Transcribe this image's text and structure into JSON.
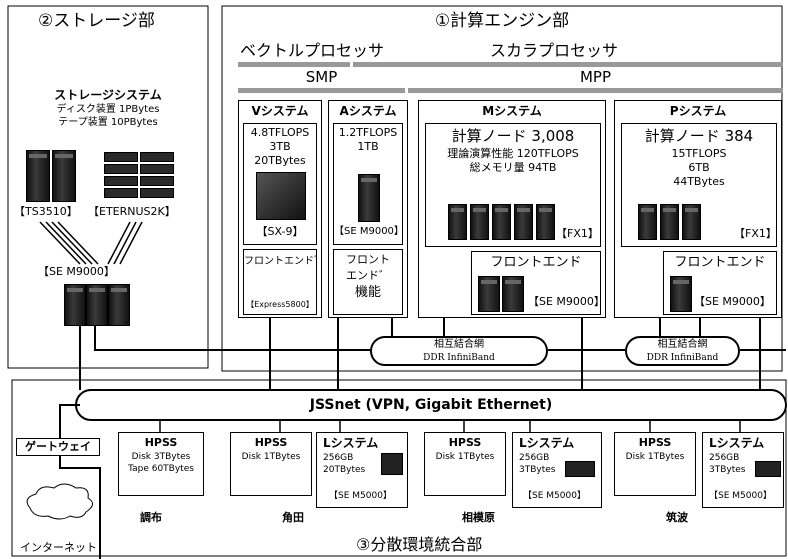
{
  "storage": {
    "title": "②ストレージ部",
    "system_title": "ストレージシステム",
    "disk": "ディスク装置 1PBytes",
    "tape": "テープ装置 10PBytes",
    "ts_label": "【TS3510】",
    "eternus_label": "【ETERNUS2K】",
    "sem_label": "【SE M9000】"
  },
  "compute": {
    "title": "①計算エンジン部",
    "vector": "ベクトルプロセッサ",
    "scalar": "スカラプロセッサ",
    "smp": "SMP",
    "mpp": "MPP",
    "v": {
      "title": "Vシステム",
      "l1": "4.8TFLOPS",
      "l2": "3TB",
      "l3": "20TBytes",
      "model": "【SX-9】",
      "fe": "フロントエンド゛",
      "fe_model": "【Express5800】"
    },
    "a": {
      "title": "Aシステム",
      "l1": "1.2TFLOPS",
      "l2": "1TB",
      "model": "【SE M9000】",
      "fe1": "フロント",
      "fe2": "エンド゛",
      "fe3": "機能"
    },
    "m": {
      "title": "Mシステム",
      "nodes": "計算ノード 3,008",
      "l1": "理論演算性能 120TFLOPS",
      "l2": "総メモリ量 94TB",
      "model": "【FX1】",
      "fe": "フロントエンド",
      "fe_model": "【SE M9000】"
    },
    "p": {
      "title": "Pシステム",
      "nodes": "計算ノード 384",
      "l1": "15TFLOPS",
      "l2": "6TB",
      "l3": "44TBytes",
      "model": "【FX1】",
      "fe": "フロントエンド",
      "fe_model": "【SE M9000】"
    },
    "ib1_l1": "相互結合網",
    "ib1_l2": "DDR InfiniBand",
    "ib2_l1": "相互結合網",
    "ib2_l2": "DDR InfiniBand"
  },
  "dist": {
    "title": "③分散環境統合部",
    "jssnet": "JSSnet (VPN, Gigabit Ethernet)",
    "gateway": "ゲートウェイ",
    "internet": "インターネット",
    "sites": [
      {
        "name": "調布",
        "hpss": "HPSS",
        "h1": "Disk 3TBytes",
        "h2": "Tape 60TBytes",
        "l": "Lシステム",
        "l1": "256GB",
        "l2": "20TBytes",
        "lm": "【SE M5000】"
      },
      {
        "name": "角田",
        "hpss": "HPSS",
        "h1": "Disk 1TBytes"
      },
      {
        "name": "相模原",
        "hpss": "HPSS",
        "h1": "Disk 1TBytes",
        "l": "Lシステム",
        "l1": "256GB",
        "l2": "3TBytes",
        "lm": "【SE M5000】"
      },
      {
        "name": "筑波",
        "hpss": "HPSS",
        "h1": "Disk 1TBytes",
        "l": "Lシステム",
        "l1": "256GB",
        "l2": "3TBytes",
        "lm": "【SE M5000】"
      }
    ]
  }
}
